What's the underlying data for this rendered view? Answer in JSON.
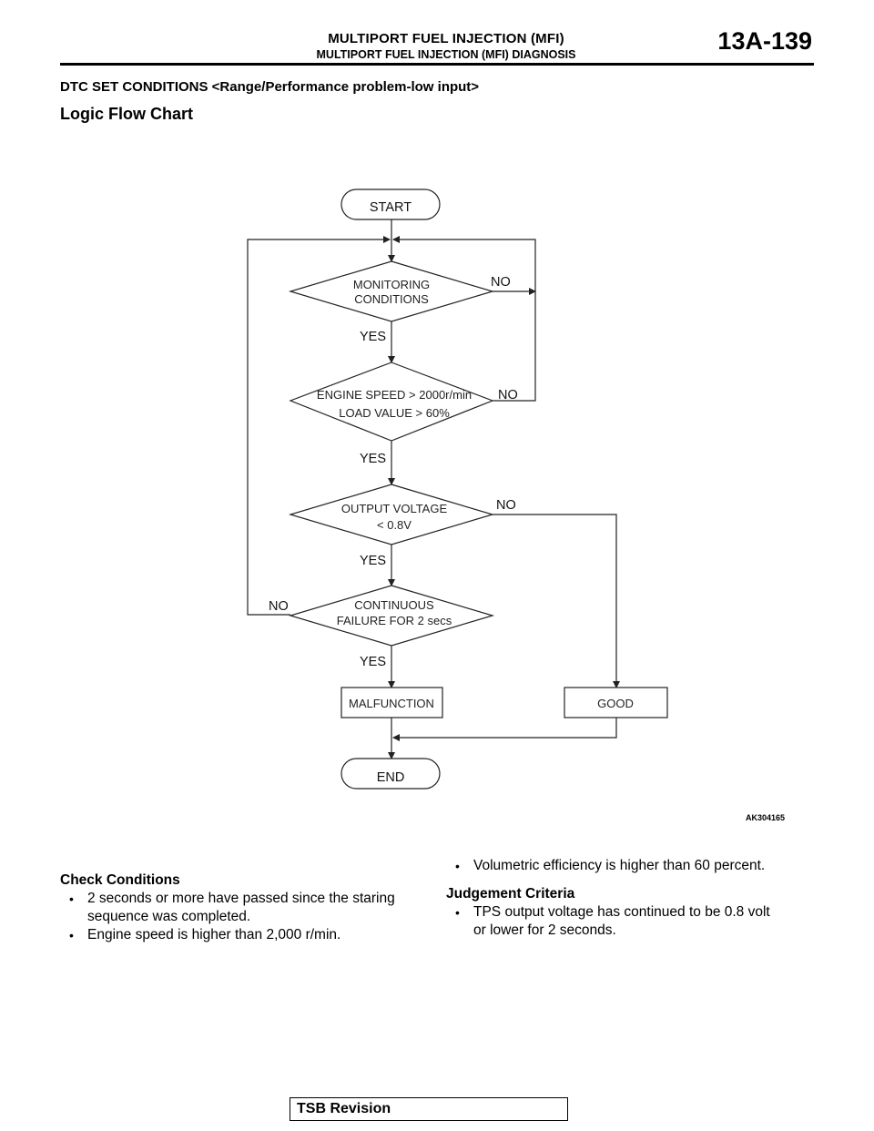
{
  "header": {
    "title": "MULTIPORT FUEL INJECTION (MFI)",
    "subtitle": "MULTIPORT FUEL INJECTION (MFI) DIAGNOSIS",
    "page_number": "13A-139"
  },
  "section_title": "DTC SET CONDITIONS <Range/Performance problem-low input>",
  "subsection_title": "Logic Flow Chart",
  "flowchart": {
    "start": "START",
    "end": "END",
    "decisions": [
      {
        "line1": "MONITORING",
        "line2": "CONDITIONS"
      },
      {
        "line1": "ENGINE SPEED > 2000r/min",
        "line2": "LOAD VALUE > 60%"
      },
      {
        "line1": "OUTPUT VOLTAGE",
        "line2": "< 0.8V"
      },
      {
        "line1": "CONTINUOUS",
        "line2": "FAILURE FOR 2 secs"
      }
    ],
    "yes_label": "YES",
    "no_label": "NO",
    "malfunction": "MALFUNCTION",
    "good": "GOOD",
    "figure_id": "AK304165"
  },
  "check_conditions": {
    "heading": "Check Conditions",
    "items": [
      {
        "line1": "2 seconds or more have passed since the staring",
        "line2": "sequence was completed."
      },
      {
        "line1": "Engine speed is higher than 2,000 r/min.",
        "line2": ""
      }
    ],
    "continued": "Volumetric efficiency is higher than 60 percent."
  },
  "judgement_criteria": {
    "heading": "Judgement Criteria",
    "items": [
      {
        "line1": "TPS output voltage has continued to be 0.8 volt",
        "line2": "or lower for 2 seconds."
      }
    ]
  },
  "footer": {
    "label": "TSB Revision"
  }
}
